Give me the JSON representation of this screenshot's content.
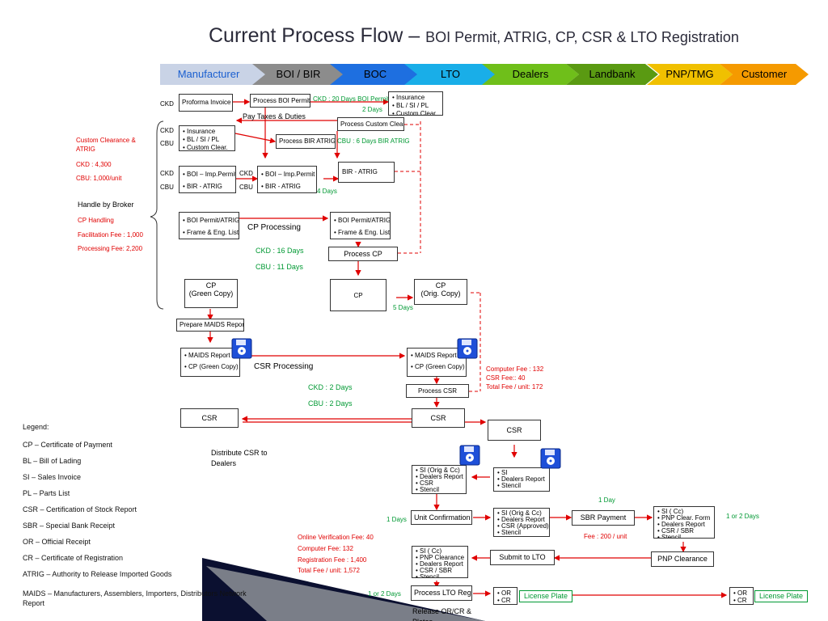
{
  "title": {
    "main": "Current Process Flow –",
    "sub": "BOI Permit, ATRIG, CP, CSR & LTO Registration"
  },
  "lanes": [
    {
      "label": "Manufacturer",
      "color": "#c9d3e6",
      "text": "#1a5fd0"
    },
    {
      "label": "BOI / BIR",
      "color": "#8c8c8c",
      "text": "#000"
    },
    {
      "label": "BOC",
      "color": "#1e6fe0",
      "text": "#000"
    },
    {
      "label": "LTO",
      "color": "#19aee8",
      "text": "#000"
    },
    {
      "label": "Dealers",
      "color": "#6fbf1a",
      "text": "#000"
    },
    {
      "label": "Landbank",
      "color": "#5a9a12",
      "text": "#000"
    },
    {
      "label": "PNP/TMG",
      "color": "#f0c000",
      "text": "#000"
    },
    {
      "label": "Customer",
      "color": "#f59a00",
      "text": "#000"
    }
  ],
  "labels": {
    "ckd": "CKD",
    "cbu": "CBU",
    "proforma": "Proforma Invoice",
    "process_boi": "Process BOI Permit",
    "ckd20": "CKD : 20 Days BOI Permit",
    "days2": "2 Days",
    "pay_taxes": "Pay Taxes & Duties",
    "process_customs": "Process Custom Clearance",
    "process_bir": "Process BIR ATRIG",
    "cbu6": "CBU : 6 Days BIR ATRIG",
    "bir_atrig": "BIR - ATRIG",
    "days4": "4 Days",
    "insurance": "• Insurance",
    "bl_si_pl": "• BL / SI / PL",
    "custom_clear": "• Custom Clear.",
    "boi_imp": "• BOI – Imp.Permit",
    "bir_atrig_b": "• BIR - ATRIG",
    "boi_permit_atrig": "• BOI Permit/ATRIG",
    "frame": "• Frame & Eng. List",
    "cp_processing": "CP Processing",
    "ckd16": "CKD : 16 Days",
    "cbu11": "CBU : 11 Days",
    "process_cp": "Process CP",
    "cp_green": "CP\n(Green Copy)",
    "cp": "CP",
    "cp_orig": "CP\n(Orig. Copy)",
    "days5": "5 Days",
    "prepare_maids": "Prepare MAIDS Report",
    "maids_report": "• MAIDS Report",
    "cp_green_b": "• CP (Green Copy)",
    "csr_processing": "CSR Processing",
    "ckd2": "CKD : 2 Days",
    "cbu2": "CBU : 2 Days",
    "process_csr": "Process CSR",
    "computer_fee": "Computer Fee :    132",
    "csr_fee": "CSR Fee::              40",
    "total_fee_csr": "Total Fee / unit:   172",
    "csr": "CSR",
    "distribute": "Distribute CSR to\nDealers",
    "si_orig": "• SI  (Orig & Cc)",
    "dealers_report": "• Dealers Report",
    "csr_b": "• CSR",
    "stencil": "• Stencil",
    "si": "• SI",
    "days1": "1 Days",
    "unit_confirm": "Unit Confirmation",
    "csr_approved": "• CSR (Approved)",
    "day1": "1 Day",
    "sbr_payment": "SBR Payment",
    "fee200": "Fee : 200 / unit",
    "si_cc": "• SI ( Cc)",
    "pnp_clear_form": "• PNP Clear. Form",
    "csr_sbr": "• CSR / SBR",
    "one_or_2": "1 or 2 Days",
    "online_fee": "Online Verification Fee:      40",
    "computer_fee2": "Computer Fee:                   132",
    "reg_fee": "Registration Fee :              1,400",
    "total_fee_lto": "Total Fee / unit:                1,572",
    "pnp_clear_b": "• PNP Clearance",
    "submit_lto": "Submit to LTO",
    "pnp_clearance": "PNP Clearance",
    "process_lto": "Process LTO Reg",
    "or": "• OR",
    "cr": "• CR",
    "license_plate": "License Plate",
    "release": "Release OR/CR &\nPlates",
    "custom_clearance_atrig": "Custom Clearance &\nATRIG",
    "ckd4300": "CKD : 4,300",
    "cbu1000": "CBU:  1,000/unit",
    "handle_broker": "Handle by Broker",
    "cp_handling": "CP Handling",
    "facil_fee": "Facilitation Fee : 1,000",
    "proc_fee": "Processing Fee:  2,200"
  },
  "legend": [
    "Legend:",
    "CP – Certificate of Payment",
    "BL – Bill of Lading",
    "SI – Sales Invoice",
    "PL – Parts List",
    "CSR – Certification of Stock Report",
    "SBR – Special Bank Receipt",
    "OR – Official Receipt",
    "CR – Certificate of Registration",
    "ATRIG – Authority to Release Imported Goods",
    "MAIDS – Manufacturers, Assemblers, Importers, Distributors Network Report"
  ]
}
